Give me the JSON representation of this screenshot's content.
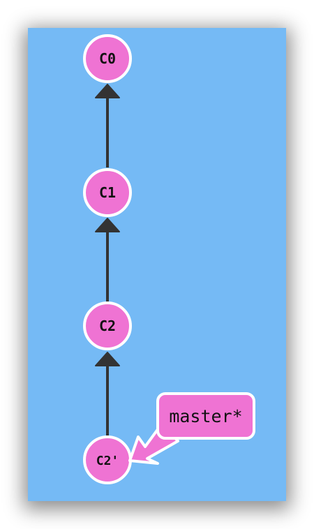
{
  "colors": {
    "background": "#75baf5",
    "commit_fill": "#ef73d3",
    "commit_stroke": "#ffffff",
    "edge": "#333333",
    "branch_fill": "#ef73d3",
    "branch_stroke": "#ffffff"
  },
  "commits": [
    {
      "id": "c0",
      "label": "C0"
    },
    {
      "id": "c1",
      "label": "C1"
    },
    {
      "id": "c2",
      "label": "C2"
    },
    {
      "id": "c2prime",
      "label": "C2'"
    }
  ],
  "edges": [
    {
      "from": "c1",
      "to": "c0"
    },
    {
      "from": "c2",
      "to": "c1"
    },
    {
      "from": "c2prime",
      "to": "c2"
    }
  ],
  "branch": {
    "label": "master*",
    "target": "c2prime"
  }
}
